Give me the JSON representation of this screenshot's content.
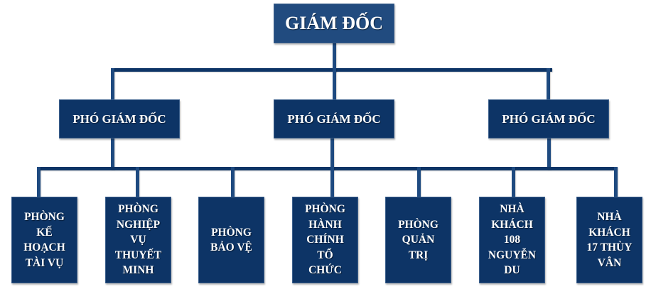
{
  "diagram": {
    "type": "org-chart",
    "colors": {
      "box_fill": "#0d3466",
      "top_box_fill": "#214b7f",
      "connector": "#0d3466",
      "text": "#ffffff",
      "background": "#ffffff"
    },
    "root": {
      "label": "GIÁM ĐỐC"
    },
    "deputies": [
      {
        "label": "PHÓ GIÁM ĐỐC"
      },
      {
        "label": "PHÓ GIÁM ĐỐC"
      },
      {
        "label": "PHÓ GIÁM ĐỐC"
      }
    ],
    "departments": [
      {
        "label": "PHÒNG\nKẾ\nHOẠCH\nTÀI VỤ"
      },
      {
        "label": "PHÒNG\nNGHIỆP\nVỤ\nTHUYẾT\nMINH"
      },
      {
        "label": "PHÒNG\nBẢO VỆ"
      },
      {
        "label": "PHÒNG\nHÀNH\nCHÍNH\nTỔ\nCHỨC"
      },
      {
        "label": "PHÒNG\nQUẢN\nTRỊ"
      },
      {
        "label": "NHÀ\nKHÁCH\n108\nNGUYỄN\nDU"
      },
      {
        "label": "NHÀ\nKHÁCH\n17 THÙY\nVÂN"
      }
    ]
  }
}
